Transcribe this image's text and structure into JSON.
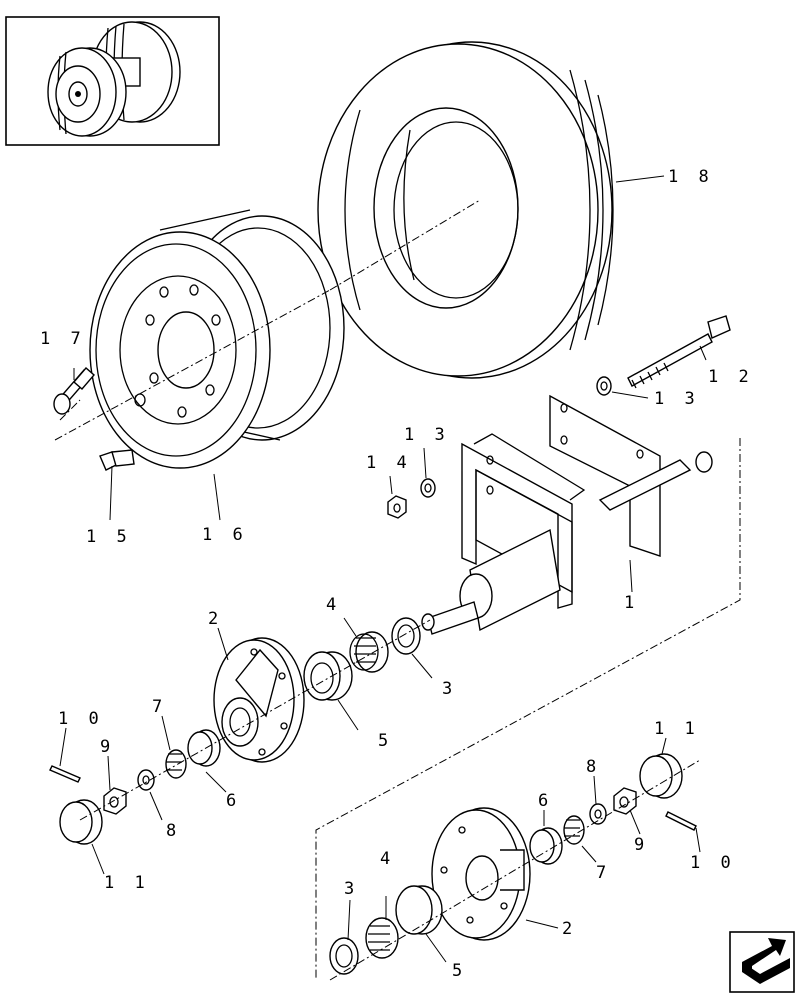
{
  "diagram": {
    "callouts": [
      {
        "id": "c18",
        "text": "1 8"
      },
      {
        "id": "c17",
        "text": "1 7"
      },
      {
        "id": "c12",
        "text": "1 2"
      },
      {
        "id": "c13a",
        "text": "1 3"
      },
      {
        "id": "c13b",
        "text": "1 3"
      },
      {
        "id": "c14",
        "text": "1 4"
      },
      {
        "id": "c15",
        "text": "1 5"
      },
      {
        "id": "c16",
        "text": "1 6"
      },
      {
        "id": "c1",
        "text": "1"
      },
      {
        "id": "c2a",
        "text": "2"
      },
      {
        "id": "c4a",
        "text": "4"
      },
      {
        "id": "c3a",
        "text": "3"
      },
      {
        "id": "c5a",
        "text": "5"
      },
      {
        "id": "c7a",
        "text": "7"
      },
      {
        "id": "c10a",
        "text": "1 0"
      },
      {
        "id": "c9a",
        "text": "9"
      },
      {
        "id": "c6a",
        "text": "6"
      },
      {
        "id": "c8a",
        "text": "8"
      },
      {
        "id": "c11a",
        "text": "1 1"
      },
      {
        "id": "c11b",
        "text": "1 1"
      },
      {
        "id": "c8b",
        "text": "8"
      },
      {
        "id": "c6b",
        "text": "6"
      },
      {
        "id": "c9b",
        "text": "9"
      },
      {
        "id": "c7b",
        "text": "7"
      },
      {
        "id": "c10b",
        "text": "1 0"
      },
      {
        "id": "c4b",
        "text": "4"
      },
      {
        "id": "c3b",
        "text": "3"
      },
      {
        "id": "c2b",
        "text": "2"
      },
      {
        "id": "c5b",
        "text": "5"
      }
    ]
  }
}
